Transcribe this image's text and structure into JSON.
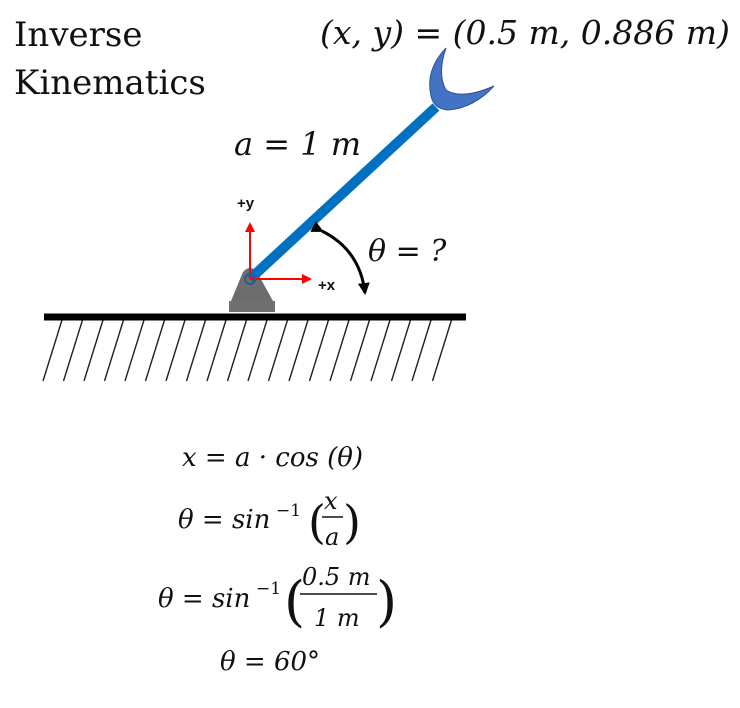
{
  "title": {
    "line1": "Inverse",
    "line2": "Kinematics"
  },
  "target": {
    "label": "(x, y) = (0.5 m, 0.886 m)",
    "x": "0.5 m",
    "y": "0.886 m"
  },
  "link": {
    "label": "a = 1 m",
    "length": "1 m"
  },
  "angle": {
    "label": "θ = ?"
  },
  "axes": {
    "y": "+y",
    "x": "+x"
  },
  "colors": {
    "link": "#0070c0",
    "end_effector": "#4472c4",
    "axis": "#ff0000",
    "base": "#6d6d6d",
    "ground": "#000000"
  },
  "equations": {
    "eq1": {
      "text": "x = a · cos (θ)"
    },
    "eq2": {
      "lhs": "θ =  sin",
      "exp": "−1",
      "num": "x",
      "den": "a"
    },
    "eq3": {
      "lhs": "θ =  sin",
      "exp": "−1",
      "num": "0.5 m",
      "den": "1 m"
    },
    "eq4": {
      "text": "θ =  60°"
    }
  }
}
